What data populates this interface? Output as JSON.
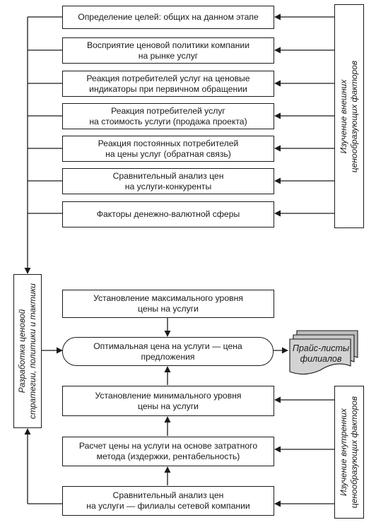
{
  "top_boxes": [
    "Определение целей: общих на данном этапе",
    "Восприятие ценовой политики компании\nна рынке услуг",
    "Реакция потребителей услуг на ценовые\nиндикаторы при первичном обращении",
    "Реакция потребителей услуг\nна стоимость услуги (продажа проекта)",
    "Реакция постоянных потребителей\nна цены услуг (обратная связь)",
    "Сравнительный анализ цен\nна услуги-конкуренты",
    "Факторы денежно-валютной сферы"
  ],
  "external_factors": "Изучение внешних\nценообразующих факторов",
  "strategy": "Разработка ценовой\nстратегии, политики и тактики",
  "max_price": "Установление максимального уровня\nцены на услуги",
  "optimal_price": "Оптимальная цена на услуги — цена\nпредложения",
  "price_lists": "Прайс-листы\nфилиалов",
  "min_price": "Установление минимального уровня\nцены на услуги",
  "cost_method": "Расчет цены на услуги на основе затратного\nметода (издержки, рентабельность)",
  "branch_analysis": "Сравнительный анализ цен\nна услуги — филиалы сетевой компании",
  "internal_factors": "Изучение внутренних\nценообразующих факторов"
}
